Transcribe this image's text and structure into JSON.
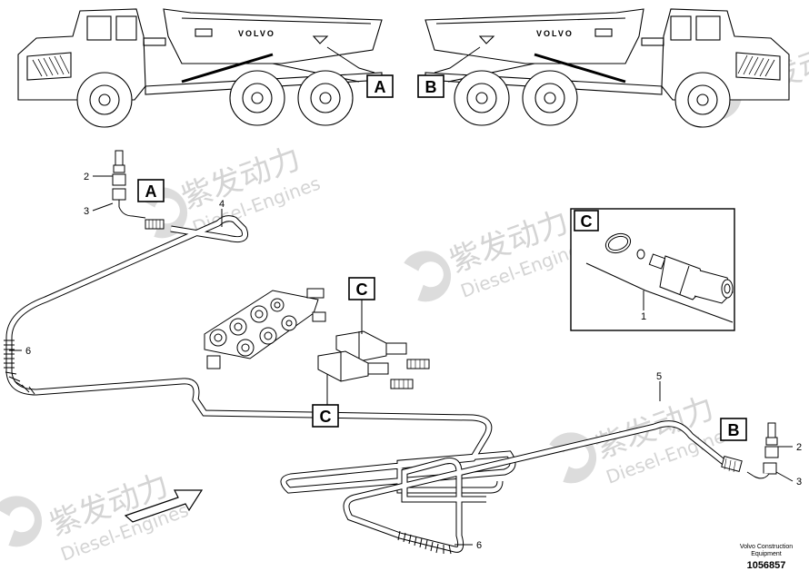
{
  "callouts": {
    "a_truck": "A",
    "b_truck": "B",
    "a_detail": "A",
    "b_detail": "B",
    "c_valve_top": "C",
    "c_valve_bottom": "C",
    "c_inset": "C"
  },
  "truck_left": {
    "brand": "VOLVO"
  },
  "truck_right": {
    "brand": "VOLVO"
  },
  "part_numbers": {
    "hose_left": "4",
    "hose_right": "5",
    "sleeve_left": "6",
    "sleeve_bottom": "6",
    "fitting_left_top": "2",
    "fitting_left_bottom": "3",
    "fitting_right_top": "2",
    "fitting_right_bottom": "3",
    "inset_valve": "1"
  },
  "footer": {
    "line1": "Volvo Construction",
    "line2": "Equipment",
    "doc_number": "1056857"
  },
  "watermark": {
    "cn": "紫发动力",
    "en": "Diesel-Engines"
  }
}
